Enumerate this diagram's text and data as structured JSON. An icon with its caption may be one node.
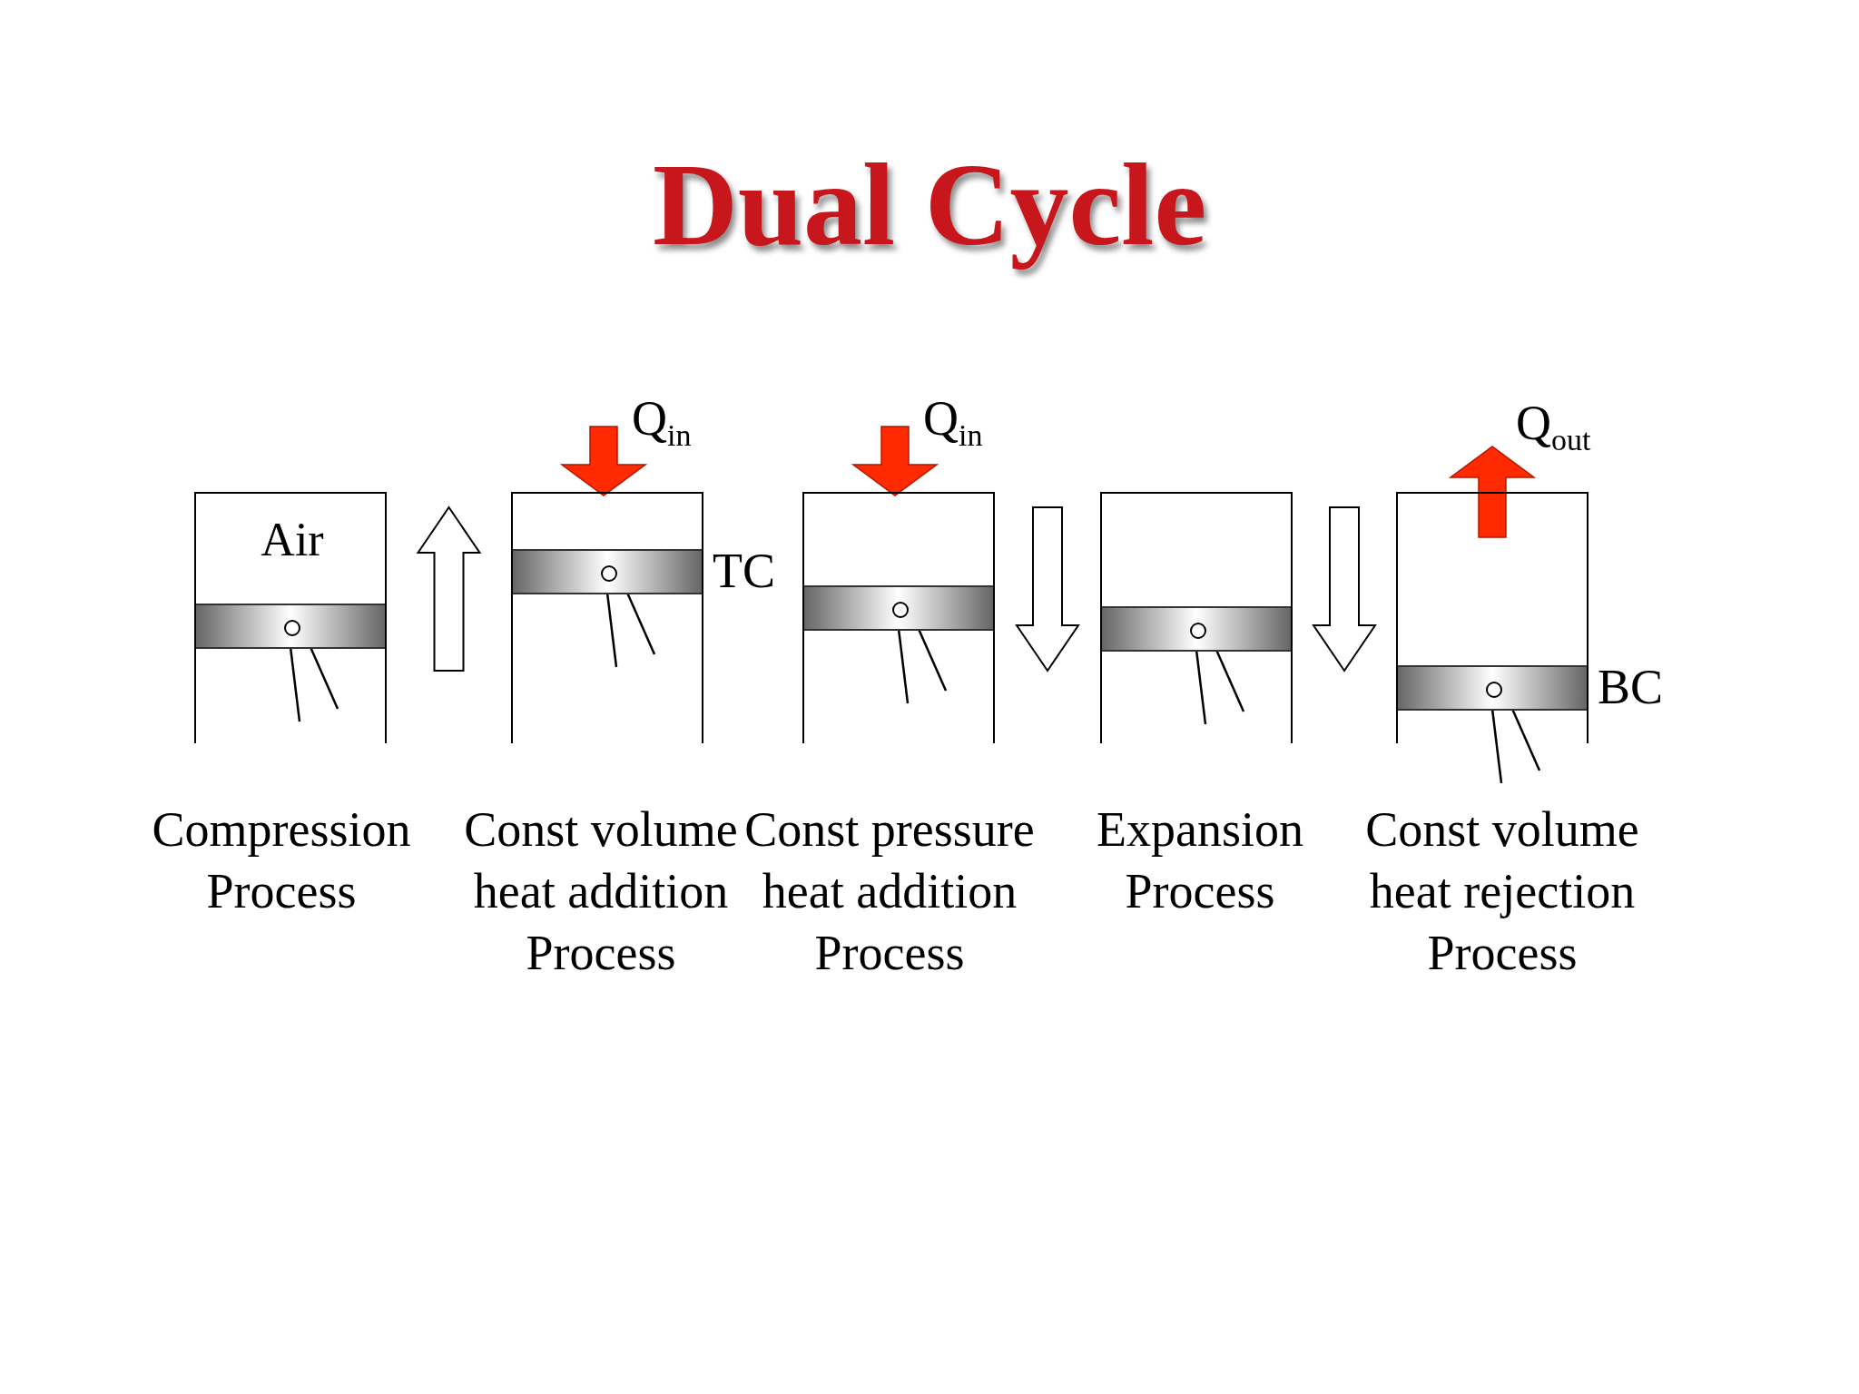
{
  "diagram": {
    "title": "Dual Cycle",
    "nodes": [
      {
        "text": [
          "Air"
        ],
        "beside": [
          "Compression Process"
        ]
      },
      {
        "text": [],
        "shape": "cylinder",
        "beside": [
          "Const volume heat addition Process",
          "TC"
        ]
      },
      {
        "text": [],
        "shape": "cylinder",
        "beside": [
          "Const pressure heat addition Process"
        ]
      },
      {
        "text": [],
        "shape": "cylinder",
        "beside": [
          "Expansion Process"
        ]
      },
      {
        "text": [],
        "shape": "cylinder",
        "beside": [
          "Const volume heat rejection Process",
          "BC"
        ]
      }
    ],
    "edges": [
      {
        "from": 0,
        "to": 1,
        "arrow": "to"
      },
      {
        "from": null,
        "to": 1,
        "arrow": "to",
        "label": "Q$_{in}$",
        "color": "#ff2a00"
      },
      {
        "from": null,
        "to": 2,
        "arrow": "to",
        "label": "Q$_{in}$",
        "color": "#ff2a00"
      },
      {
        "from": 2,
        "to": 3,
        "arrow": "to"
      },
      {
        "from": 3,
        "to": 4,
        "arrow": "to"
      },
      {
        "from": 4,
        "to": null,
        "arrow": "to",
        "label": "Q$_{out}$",
        "color": "#ff2a00"
      }
    ]
  }
}
